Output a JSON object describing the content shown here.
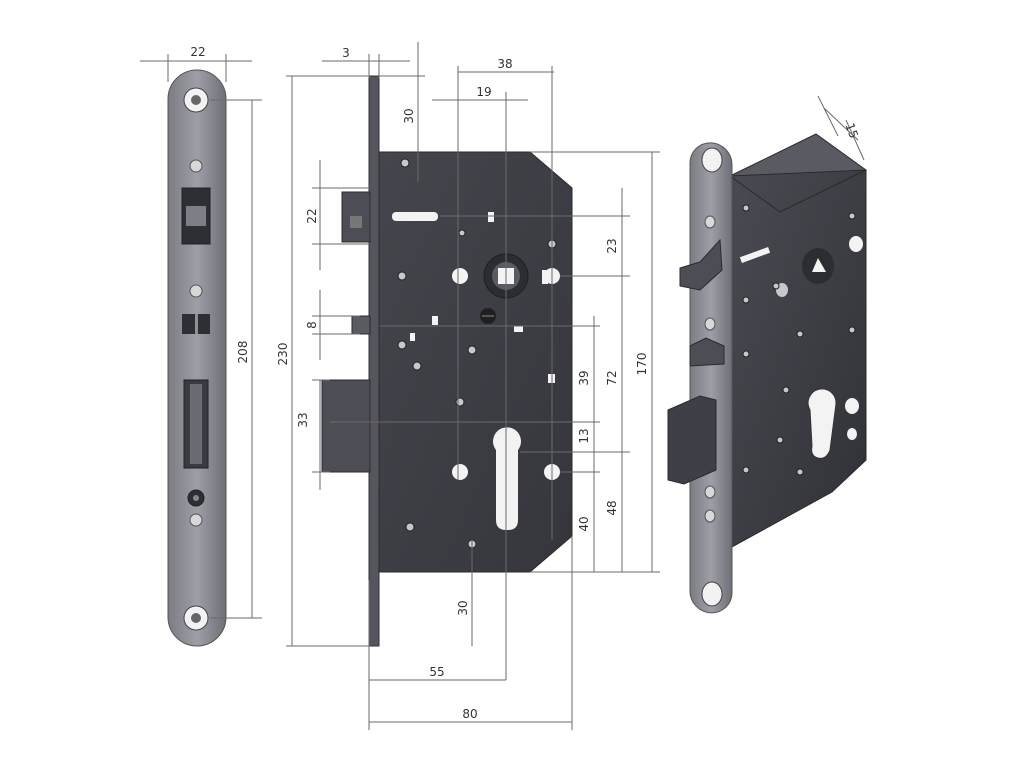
{
  "dimensions": {
    "faceplate_width": "22",
    "faceplate_hole_span": "208",
    "forend_thickness": "3",
    "top_to_case": "30",
    "backset_case": "38",
    "follower_offset": "19",
    "latch_height": "22",
    "total_height": "230",
    "deadlatch_height": "8",
    "bolt_height": "33",
    "case_height": "170",
    "latch_to_follower": "23",
    "follower_to_cyl": "72",
    "deadlatch_to_cyl": "39",
    "cyl_offset": "13",
    "cyl_to_bottom_hole": "48",
    "cyl_to_case_bottom": "40",
    "cyl_to_bottom": "30",
    "backset": "55",
    "case_depth": "80",
    "iso_depth": "15"
  },
  "colors": {
    "metal_face": "#8e8f97",
    "case_body": "#3d3e45",
    "dimension_line": "#6a6a6a"
  }
}
